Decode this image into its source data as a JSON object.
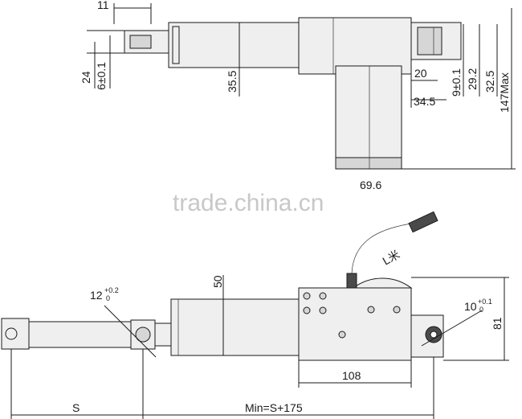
{
  "top_view": {
    "dims": {
      "d11": "11",
      "d24": "24",
      "d6": "6±0.1",
      "d35_5": "35.5",
      "d20": "20",
      "d34_5": "34.5",
      "d9": "9±0.1",
      "d29_2": "29.2",
      "d32_5": "32.5",
      "d147": "147Max",
      "d69": "69.6"
    }
  },
  "watermark": "trade.china.cn",
  "side_view": {
    "dims": {
      "d12": "12",
      "d12_tol_up": "+0.2",
      "d12_tol_low": "0",
      "d50": "50",
      "d10": "10",
      "d10_tol_up": "+0.1",
      "d10_tol_low": "0",
      "d81": "81",
      "d108": "108",
      "s": "S",
      "min": "Min=S+175",
      "cable": "L米"
    }
  }
}
